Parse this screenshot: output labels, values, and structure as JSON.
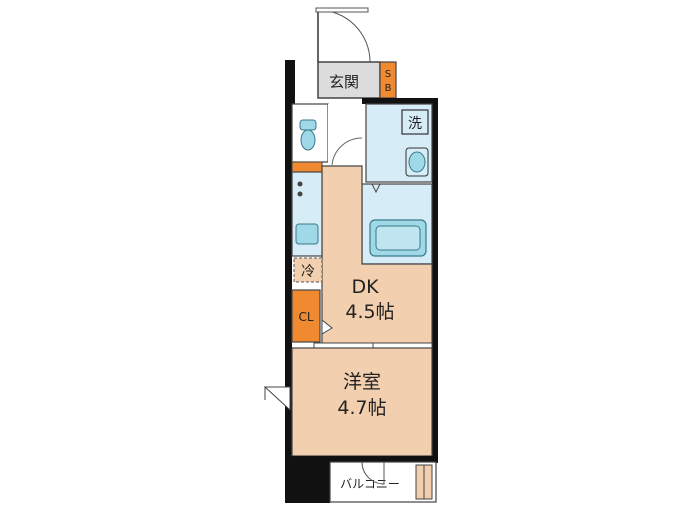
{
  "rooms": {
    "entrance": "玄関",
    "shoe_box": "SB",
    "laundry": "洗",
    "fridge": "冷",
    "closet": "CL",
    "dk_name": "DK",
    "dk_size": "4.5帖",
    "western_name": "洋室",
    "western_size": "4.7帖",
    "balcony": "バルコニー"
  },
  "colors": {
    "room_fill": "#f2cfae",
    "wet_area": "#d6ecf6",
    "fixture": "#9fd8e6",
    "accent_orange": "#f08a30",
    "wall": "#111111",
    "entrance_floor": "#dcdcdc"
  },
  "icons": [
    "toilet-icon",
    "sink-icon",
    "bathtub-icon",
    "stove-icon",
    "door-swing-icon"
  ]
}
